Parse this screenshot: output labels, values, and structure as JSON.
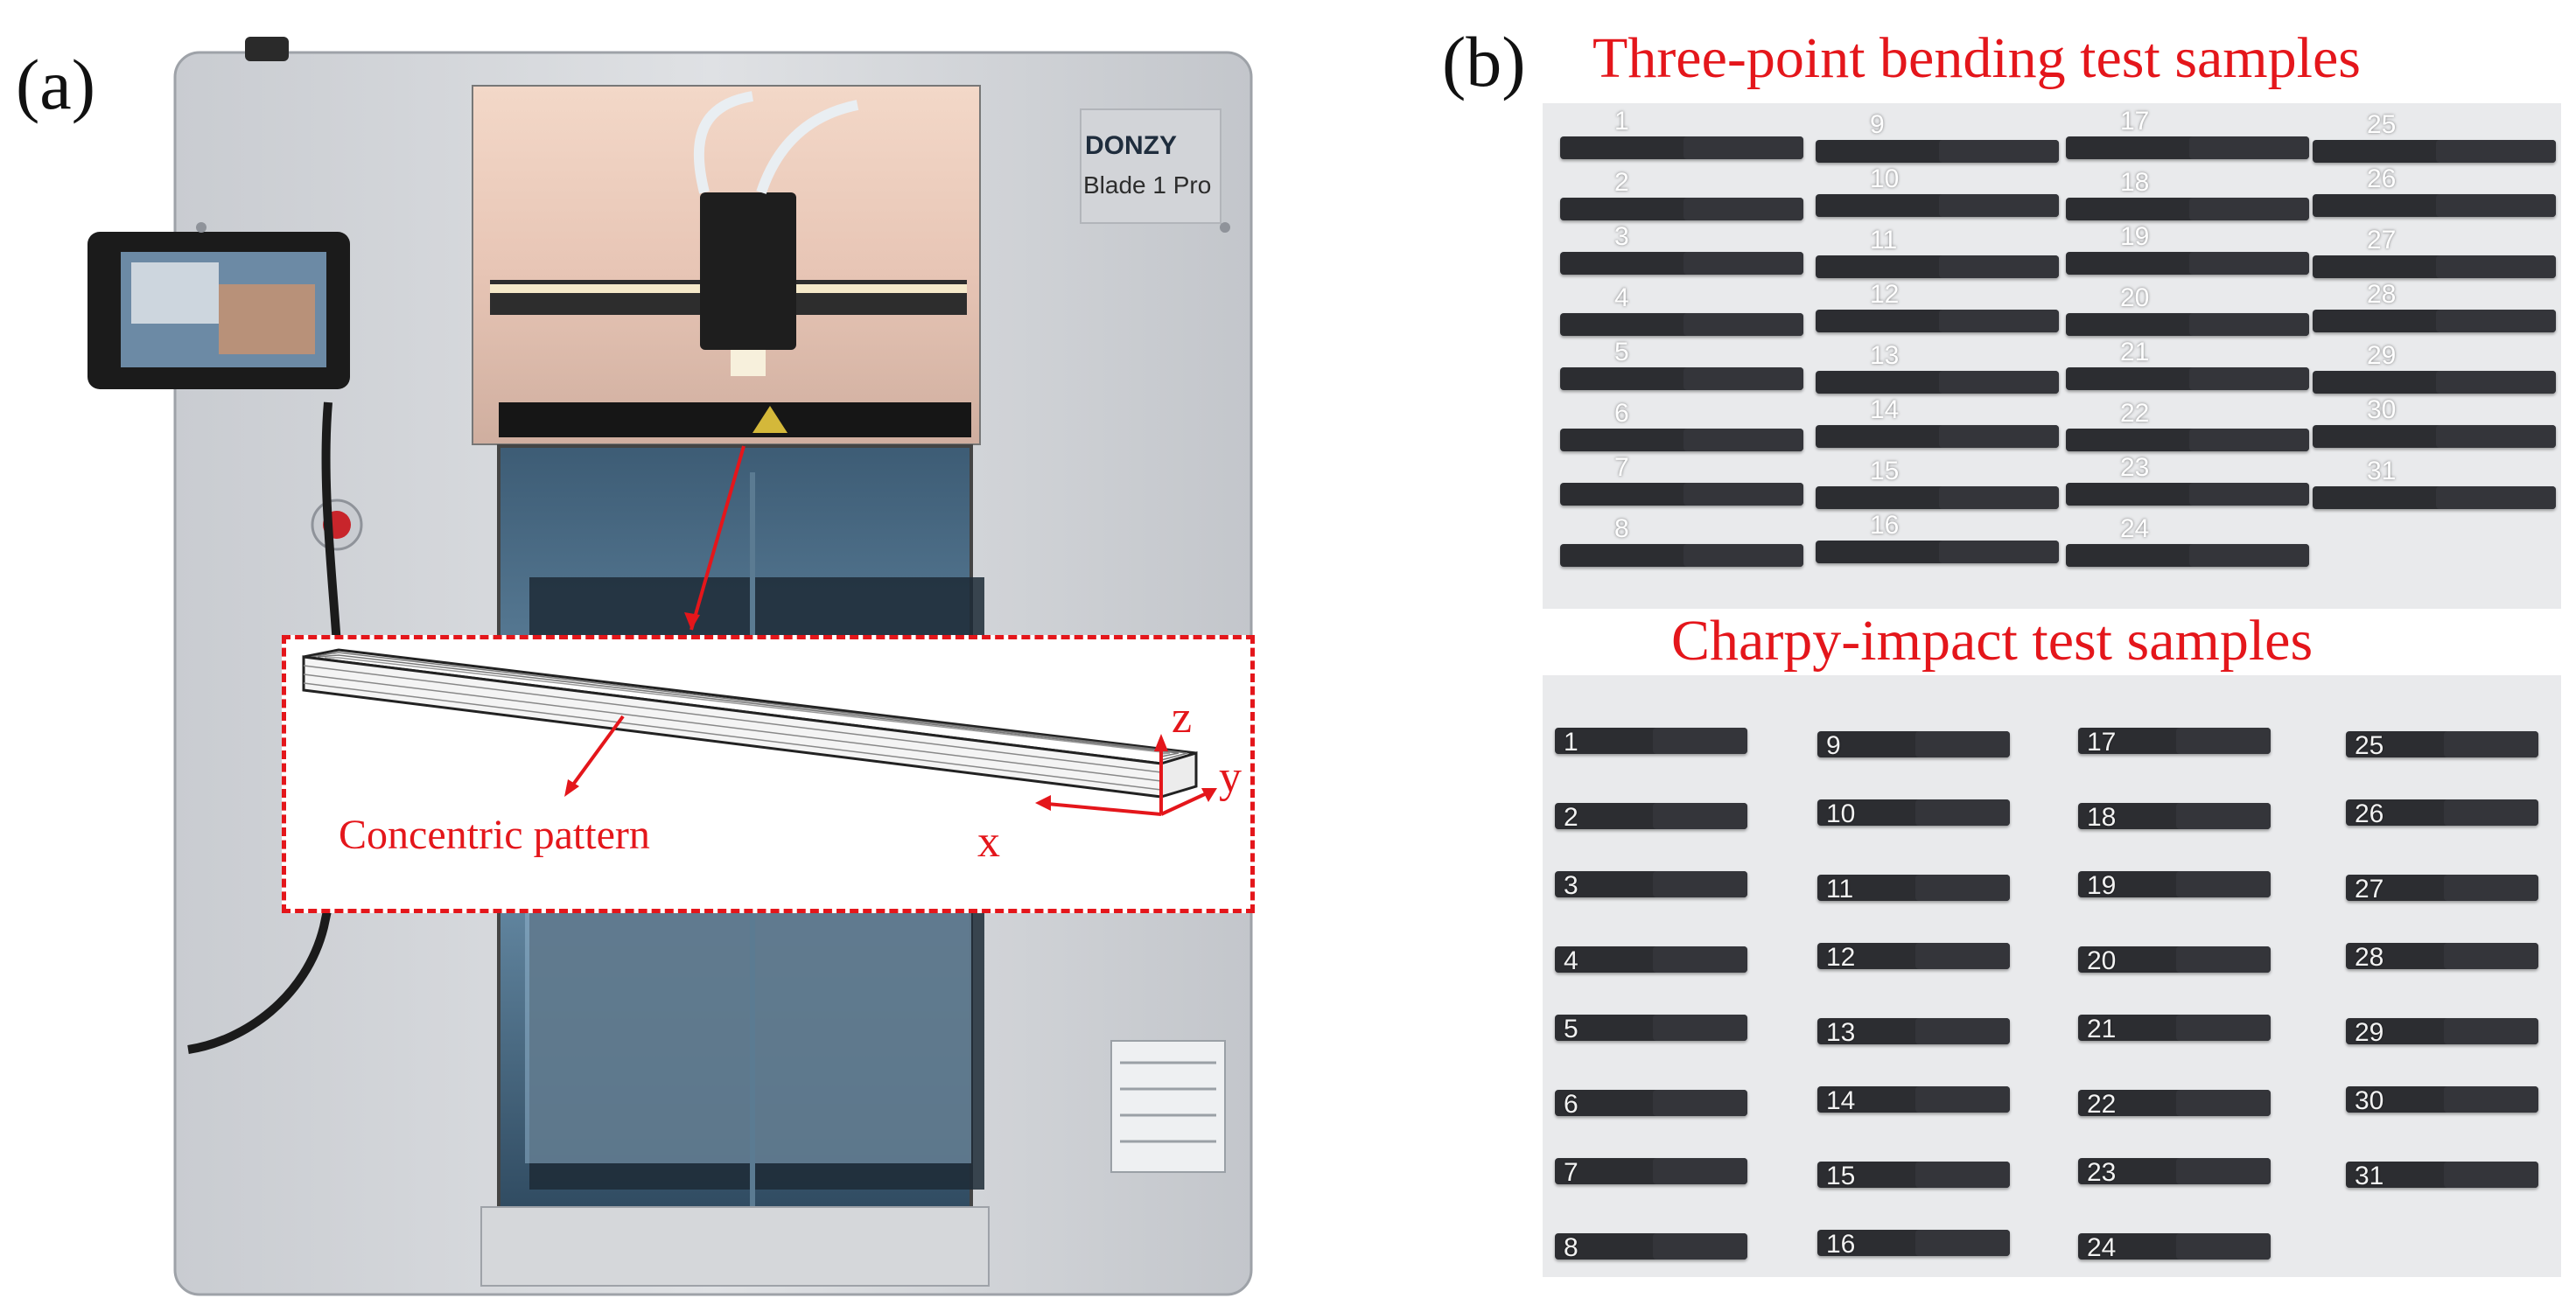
{
  "panel_a": {
    "label": "(a)",
    "printer_brand": "DONZY",
    "printer_model": "Blade 1 Pro",
    "inset": {
      "pattern_label": "Concentric pattern",
      "axes": {
        "x": "x",
        "y": "y",
        "z": "z"
      }
    },
    "colors": {
      "annotation": "#e4161b"
    }
  },
  "panel_b": {
    "label": "(b)",
    "bending_title": "Three-point bending test samples",
    "charpy_title": "Charpy-impact test samples",
    "bending_columns": [
      [
        "1",
        "2",
        "3",
        "4",
        "5",
        "6",
        "7",
        "8"
      ],
      [
        "9",
        "10",
        "11",
        "12",
        "13",
        "14",
        "15",
        "16"
      ],
      [
        "17",
        "18",
        "19",
        "20",
        "21",
        "22",
        "23",
        "24"
      ],
      [
        "25",
        "26",
        "27",
        "28",
        "29",
        "30",
        "31"
      ]
    ],
    "charpy_columns": [
      [
        "1",
        "2",
        "3",
        "4",
        "5",
        "6",
        "7",
        "8"
      ],
      [
        "9",
        "10",
        "11",
        "12",
        "13",
        "14",
        "15",
        "16"
      ],
      [
        "17",
        "18",
        "19",
        "20",
        "21",
        "22",
        "23",
        "24"
      ],
      [
        "25",
        "26",
        "27",
        "28",
        "29",
        "30",
        "31"
      ]
    ],
    "colors": {
      "title": "#e4161b",
      "sample": "#2c2d31"
    }
  }
}
